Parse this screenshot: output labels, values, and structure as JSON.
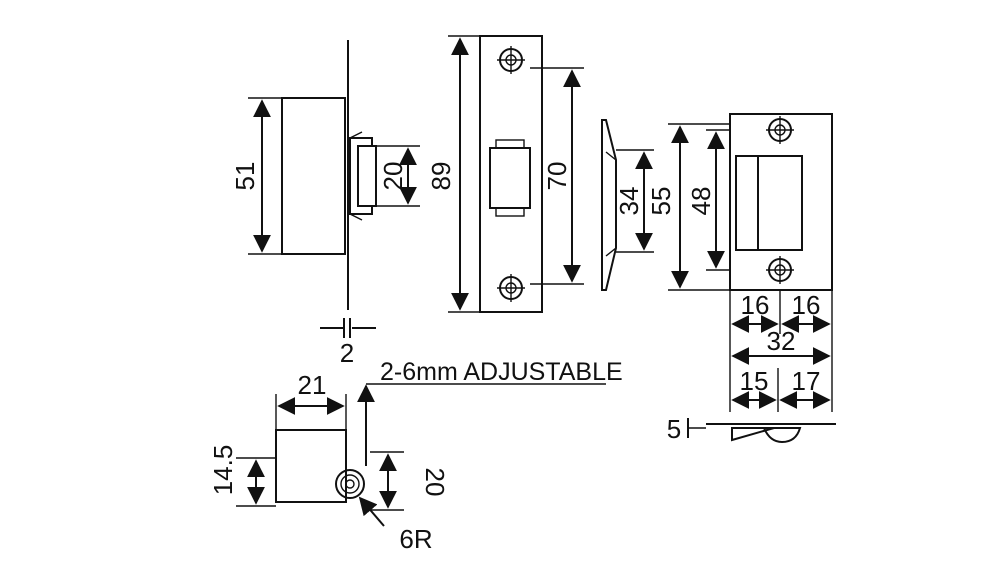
{
  "dimensions": {
    "d51": "51",
    "d20_body": "20",
    "d89": "89",
    "d70": "70",
    "d34": "34",
    "d55": "55",
    "d48": "48",
    "d16_left": "16",
    "d16_right": "16",
    "d32": "32",
    "d15": "15",
    "d17": "17",
    "d5": "5",
    "d2": "2",
    "d21": "21",
    "d14_5": "14.5",
    "d20_roller": "20",
    "d6r": "6R"
  },
  "notes": {
    "adjustable": "2-6mm ADJUSTABLE"
  }
}
